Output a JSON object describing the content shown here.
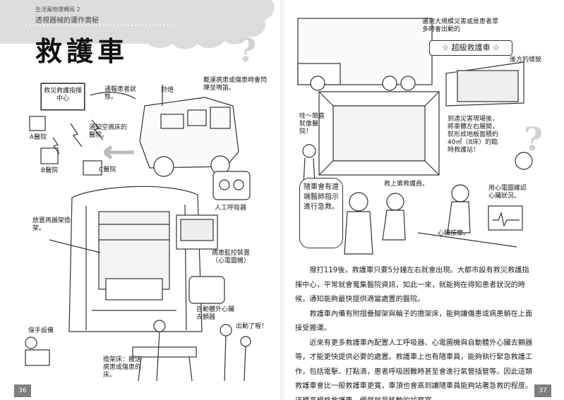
{
  "left_page": {
    "series": "生活萬物運轉局 2",
    "subtitle": "透視器械的運作奧秘",
    "title": "救護車",
    "page_number": "36",
    "labels": {
      "dispatch_center": "救災救護指揮中心",
      "notify_patient": "通報患者狀態。",
      "siren": "鈴燈",
      "carry_patient": "載運病患或傷患時會閃爍並鳴笛。",
      "notify_empty_beds": "通知空病床的醫院。",
      "hospital_a": "A醫院",
      "hospital_b": "B醫院",
      "hospital_c": "C醫院",
      "ventilator": "人工呼吸器",
      "shelf": "放置再搬架擔架。",
      "monitor": "病患監控裝置（心電圖機）",
      "aed": "自動體外心臟去顫器",
      "pulse_wrap": "保手設備",
      "stretcher": "擔架床：搬送病患或傷患的床。",
      "go": "出動了喔！"
    }
  },
  "right_page": {
    "page_number": "37",
    "labels": {
      "large_disaster": "遇到大規模災害或是患者眾多時會出動的",
      "super_ambulance": "超級救護車",
      "rear_view": "後方的樣貌",
      "wow": "哇～簡直就像醫院！",
      "clinic_desc": "到達災害現場後，將車體左右展開，就形成地板面積約40㎡（8床）的臨時救護站！",
      "emt": "救上第救護員。",
      "doctor_guide": "隨車會有遠端醫師指示進行急救。",
      "heart_monitor": "用心電圖確認心臟狀況。",
      "cpr": "心臟按摩。"
    },
    "paragraphs": [
      "撥打119後，救護車只要5分鐘左右就會出現。大都市設有救災救護指揮中心，平常就會蒐集醫院資訊，如此一來，就能夠在得知患者狀況的時候，通知能夠最快提供適當處置的醫院。",
      "救護車內備有附摺疊腳架與輪子的擔架床，能夠讓傷患或病患躺在上面接受搬運。",
      "近來有更多救護車內配置人工呼吸器、心電圖機與自動體外心臟去顫器等，才能更快提供必要的處置。救護車上也有隨車員，能夠執行緊急救護工作，包括電擊、打點滴，患者呼吸困難時甚至會進行氣管插管等。因此這類救護車會比一般救護車更寬，車頂也會高到讓隨車員能夠站著急救的程度。這種高規格救護車，儼然就是移動的診察室。"
    ]
  },
  "colors": {
    "cloud": "#dcdcdc",
    "page_tab": "#7e7e7e",
    "line_art": "#333333"
  }
}
